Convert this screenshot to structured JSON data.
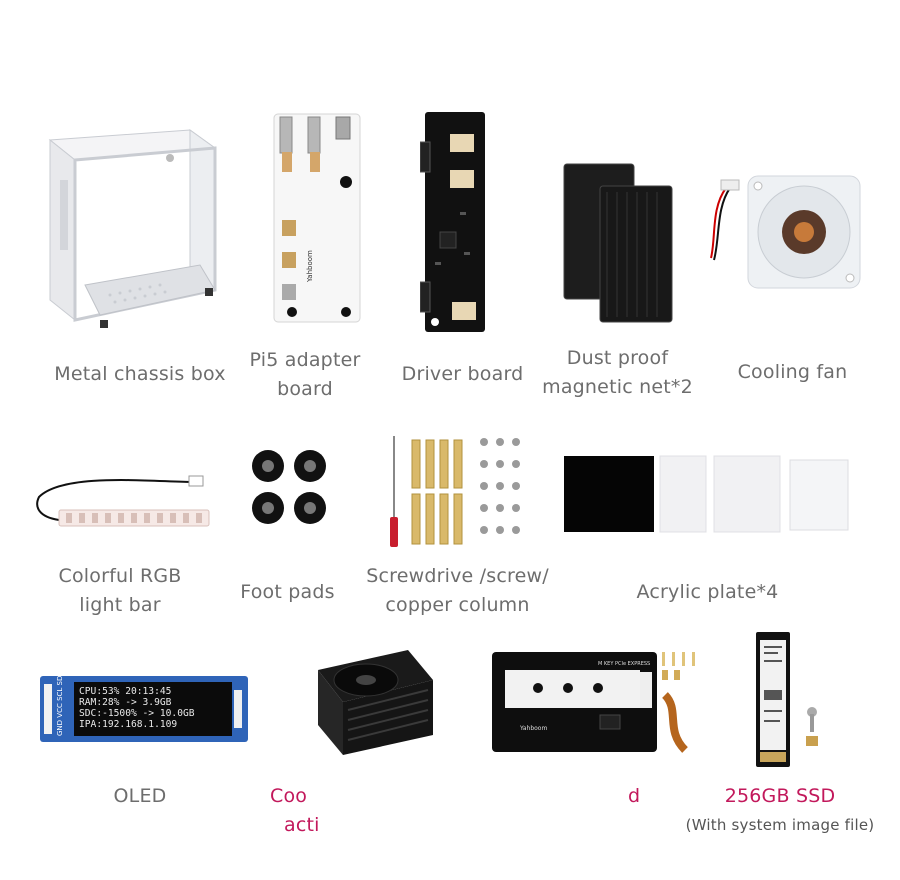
{
  "captions": {
    "chassis": [
      "Metal chassis box"
    ],
    "adapter": [
      "Pi5 adapter",
      "board"
    ],
    "driver": [
      "Driver board"
    ],
    "dust": [
      "Dust proof",
      "magnetic net*2"
    ],
    "fan": [
      "Cooling fan"
    ],
    "rgb": [
      "Colorful RGB",
      "light bar"
    ],
    "foot": [
      "Foot pads"
    ],
    "screw": [
      "Screwdrive /screw/",
      "copper column"
    ],
    "acrylic": [
      "Acrylic plate*4"
    ],
    "oled": [
      "OLED"
    ],
    "active_cooler": [
      "Coo",
      "acti"
    ],
    "pcie_board": [
      "",
      "d"
    ],
    "ssd": [
      "256GB SSD",
      "(With system image file)"
    ]
  },
  "oled_screen": [
    "CPU:53% 20:13:45",
    "RAM:28% -> 3.9GB",
    "SDC:-1500% -> 10.0GB",
    "IPA:192.168.1.109"
  ],
  "oled_pins": "GND VCC SCL SDA",
  "board_labels": {
    "pcie": "M KEY PCIe EXPRESS",
    "logo": "Yahboom"
  },
  "colors": {
    "caption": "#6d6d6d",
    "highlight": "#c2185b"
  }
}
